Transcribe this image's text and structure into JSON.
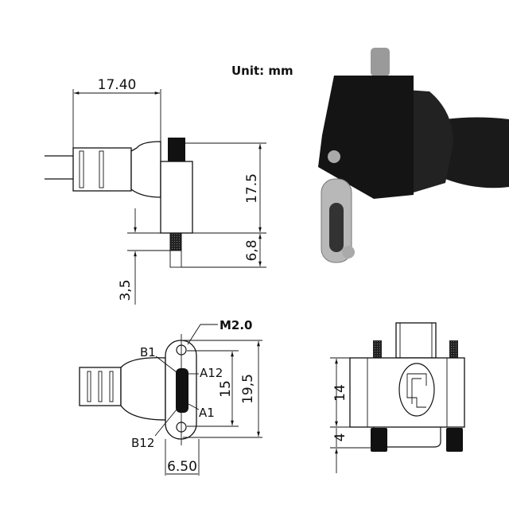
{
  "unit_label": "Unit: mm",
  "side_view": {
    "dim_width": "17.40",
    "dim_height": "17.5",
    "dim_screw": "6,8",
    "dim_offset": "3,5"
  },
  "front_view": {
    "thread_label": "M2.0",
    "pins": {
      "b1": "B1",
      "a12": "A12",
      "a1": "A1",
      "b12": "B12"
    },
    "dim_hole_spacing": "15",
    "dim_plate_height": "19,5",
    "dim_plate_width": "6.50"
  },
  "back_view": {
    "dim_body": "14",
    "dim_screw": "4"
  },
  "colors": {
    "line": "#111111",
    "connector": "#1a1a1a"
  }
}
